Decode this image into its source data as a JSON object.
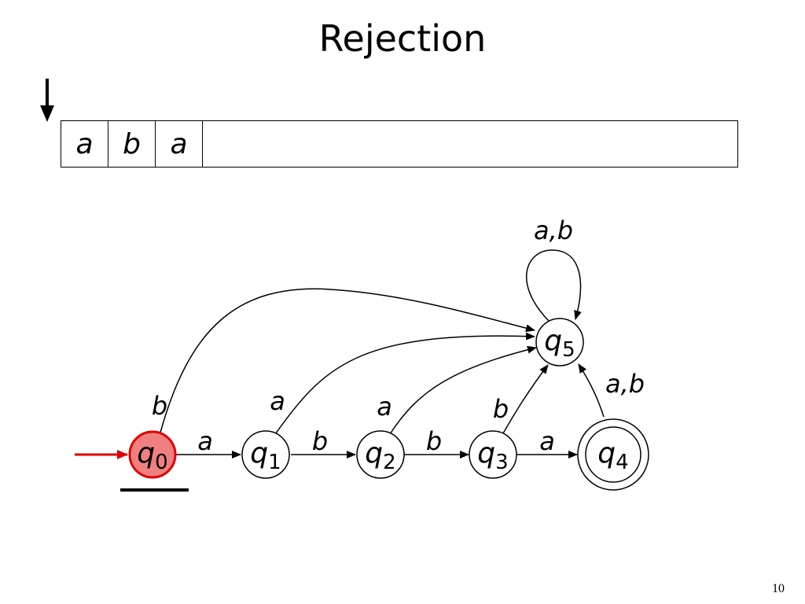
{
  "title": "Rejection",
  "page_number": "10",
  "tape": {
    "cells": [
      "a",
      "b",
      "a"
    ],
    "head_position": 0
  },
  "colors": {
    "active_state_fill": "#f08080",
    "active_state_stroke": "#e00000",
    "start_arrow": "#e00000"
  },
  "automaton": {
    "states": [
      {
        "id": "q0",
        "base": "q",
        "sub": "0",
        "active": true,
        "accepting": false,
        "initial": true
      },
      {
        "id": "q1",
        "base": "q",
        "sub": "1",
        "active": false,
        "accepting": false,
        "initial": false
      },
      {
        "id": "q2",
        "base": "q",
        "sub": "2",
        "active": false,
        "accepting": false,
        "initial": false
      },
      {
        "id": "q3",
        "base": "q",
        "sub": "3",
        "active": false,
        "accepting": false,
        "initial": false
      },
      {
        "id": "q4",
        "base": "q",
        "sub": "4",
        "active": false,
        "accepting": true,
        "initial": false
      },
      {
        "id": "q5",
        "base": "q",
        "sub": "5",
        "active": false,
        "accepting": false,
        "initial": false
      }
    ],
    "transitions": [
      {
        "from": "q0",
        "to": "q1",
        "label": "a"
      },
      {
        "from": "q1",
        "to": "q2",
        "label": "b"
      },
      {
        "from": "q2",
        "to": "q3",
        "label": "b"
      },
      {
        "from": "q3",
        "to": "q4",
        "label": "a"
      },
      {
        "from": "q0",
        "to": "q5",
        "label": "b"
      },
      {
        "from": "q1",
        "to": "q5",
        "label": "a"
      },
      {
        "from": "q2",
        "to": "q5",
        "label": "a"
      },
      {
        "from": "q3",
        "to": "q5",
        "label": "b"
      },
      {
        "from": "q4",
        "to": "q5",
        "label": "a,b"
      },
      {
        "from": "q5",
        "to": "q5",
        "label": "a,b"
      }
    ]
  }
}
